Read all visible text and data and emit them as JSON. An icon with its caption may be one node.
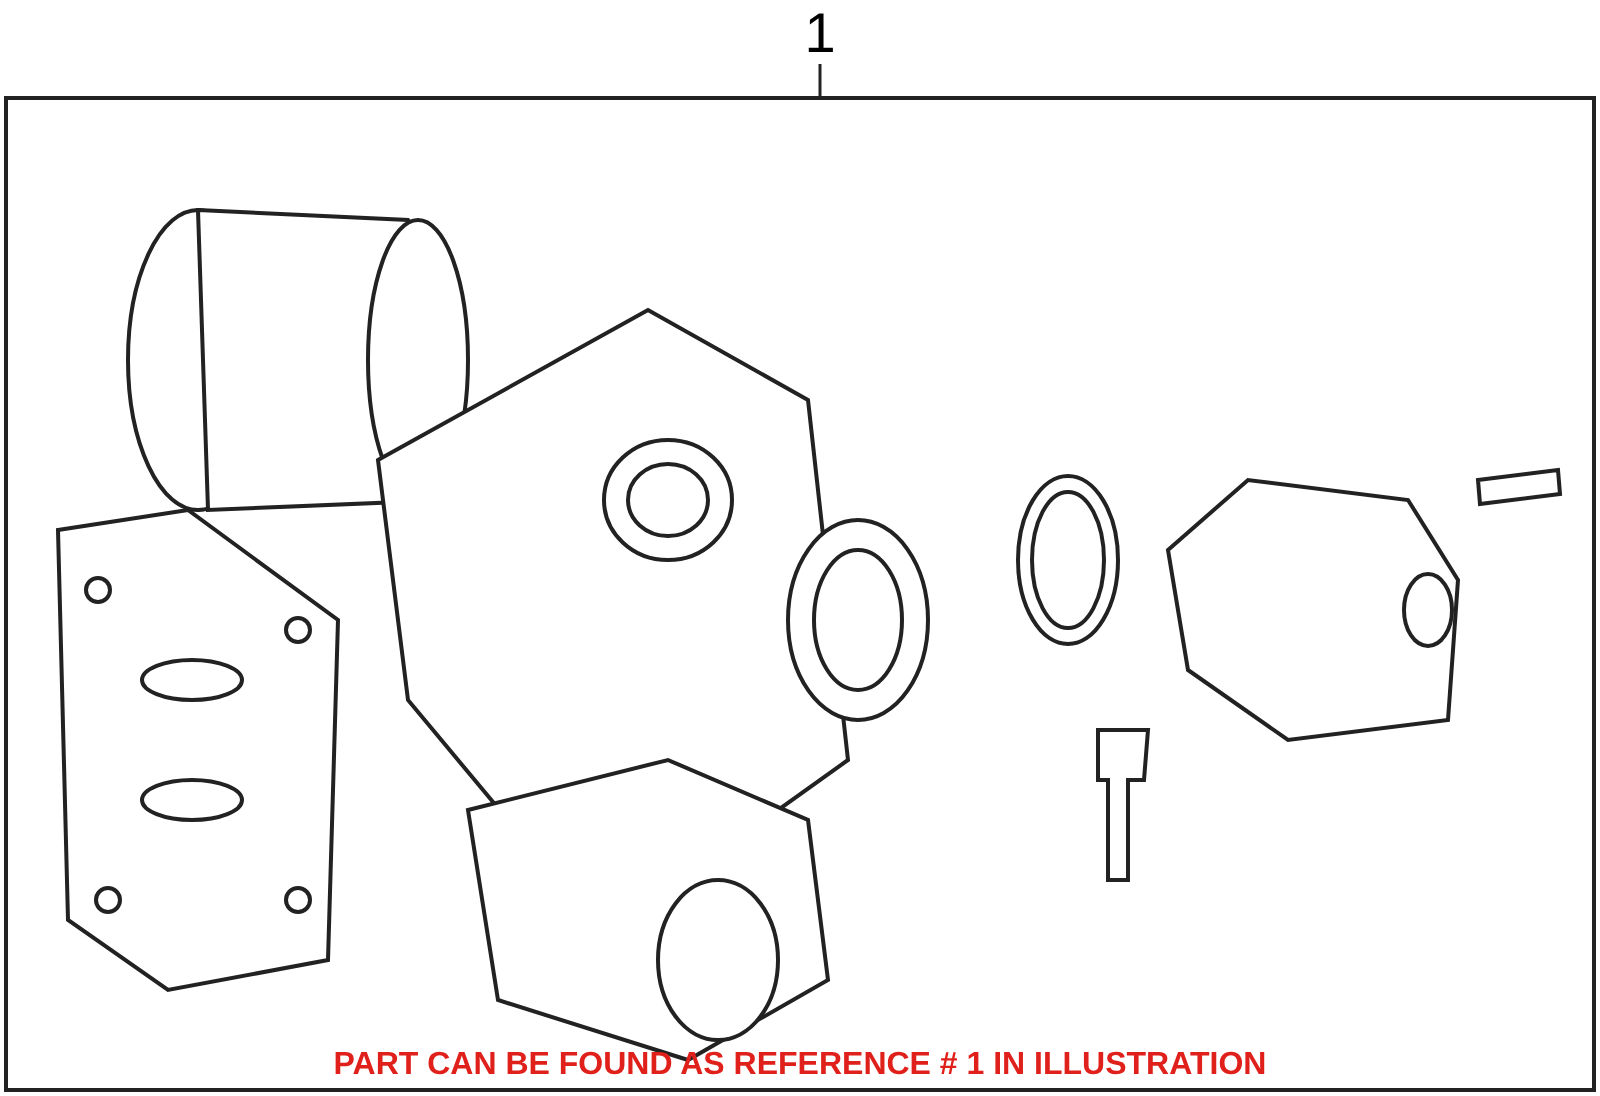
{
  "diagram": {
    "nodes": [
      {
        "text": [
          "1"
        ]
      },
      {
        "text": [],
        "shape": "picture"
      }
    ],
    "edges": [
      {
        "from": 0,
        "to": 1,
        "arrow": "none"
      }
    ],
    "labels": [
      "PART CAN BE FOUND AS REFERENCE # 1 IN ILLUSTRATION"
    ]
  }
}
